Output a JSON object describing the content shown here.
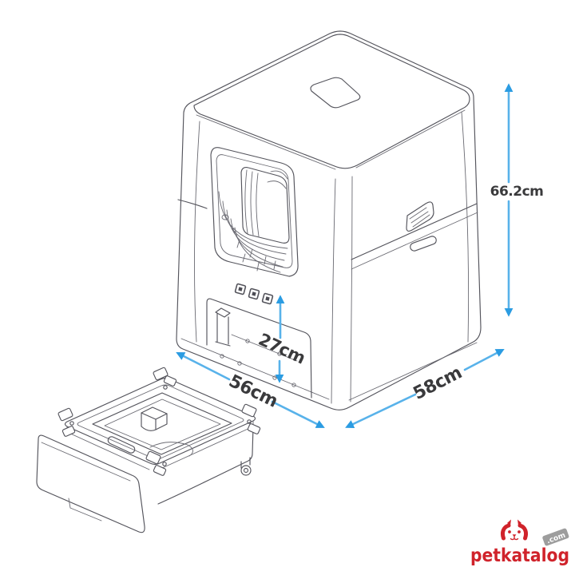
{
  "diagram": {
    "dimension_labels": {
      "total_height": "66.2cm",
      "entry_height": "27cm",
      "width": "56cm",
      "depth": "58cm"
    },
    "colors": {
      "arrow_shaft": "#58b2ea",
      "arrow_head": "#2b9ce2",
      "line_art": "#54545c",
      "dimension_text": "#3a3a3c",
      "background": "#ffffff"
    },
    "icons": {
      "dimension_arrow": "double-headed-arrow",
      "product_top_slot": "carry-slot",
      "product_side_handle": "latch-handle"
    }
  },
  "branding": {
    "logo_text": "petkatalog",
    "logo_suffix": ".com",
    "logo_icon": "dog-head",
    "logo_color": "#d0232b",
    "suffix_badge_color": "#9d9d9d"
  }
}
